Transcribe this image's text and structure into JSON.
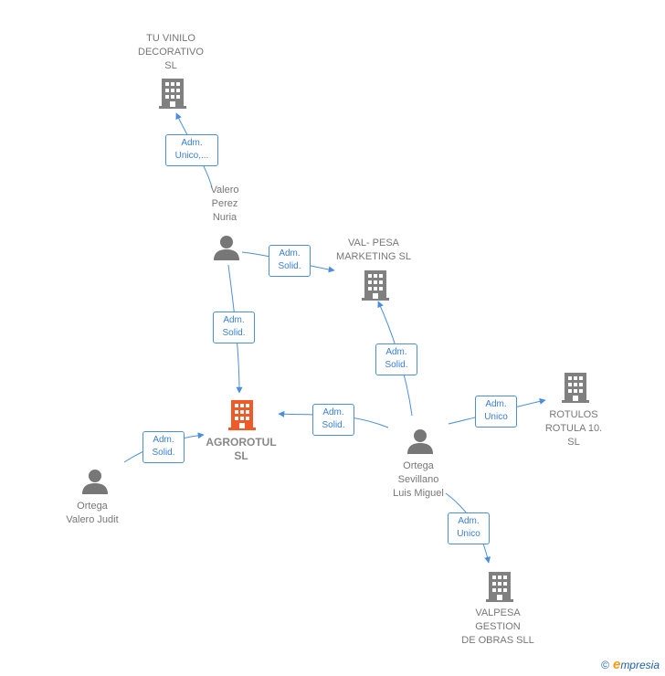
{
  "colors": {
    "edge": "#4a8fdb",
    "company": "#808080",
    "company_highlight": "#f05a28",
    "person": "#777777"
  },
  "nodes": {
    "tu_vinilo": {
      "label": "TU VINILO\nDECORATIVO\nSL",
      "icon": "building-icon"
    },
    "valero_perez": {
      "label": "Valero\nPerez\nNuria",
      "icon": "person-icon"
    },
    "val_pesa": {
      "label": "VAL- PESA\nMARKETING SL",
      "icon": "building-icon"
    },
    "agrorotul": {
      "label": "AGROROTUL\nSL",
      "icon": "building-icon"
    },
    "ortega_valero": {
      "label": "Ortega\nValero Judit",
      "icon": "person-icon"
    },
    "ortega_sevillano": {
      "label": "Ortega\nSevillano\nLuis Miguel",
      "icon": "person-icon"
    },
    "rotulos": {
      "label": "ROTULOS\nROTULA 10.\nSL",
      "icon": "building-icon"
    },
    "valpesa": {
      "label": "VALPESA\nGESTION\nDE OBRAS SLL",
      "icon": "building-icon"
    }
  },
  "relations": {
    "r1": "Adm.\nUnico,...",
    "r2": "Adm.\nSolid.",
    "r3": "Adm.\nSolid.",
    "r4": "Adm.\nSolid.",
    "r5": "Adm.\nSolid.",
    "r6": "Adm.\nSolid.",
    "r7": "Adm.\nUnico",
    "r8": "Adm.\nUnico"
  },
  "footer": {
    "copyright": "©",
    "brand_initial": "e",
    "brand_rest": "mpresia"
  }
}
